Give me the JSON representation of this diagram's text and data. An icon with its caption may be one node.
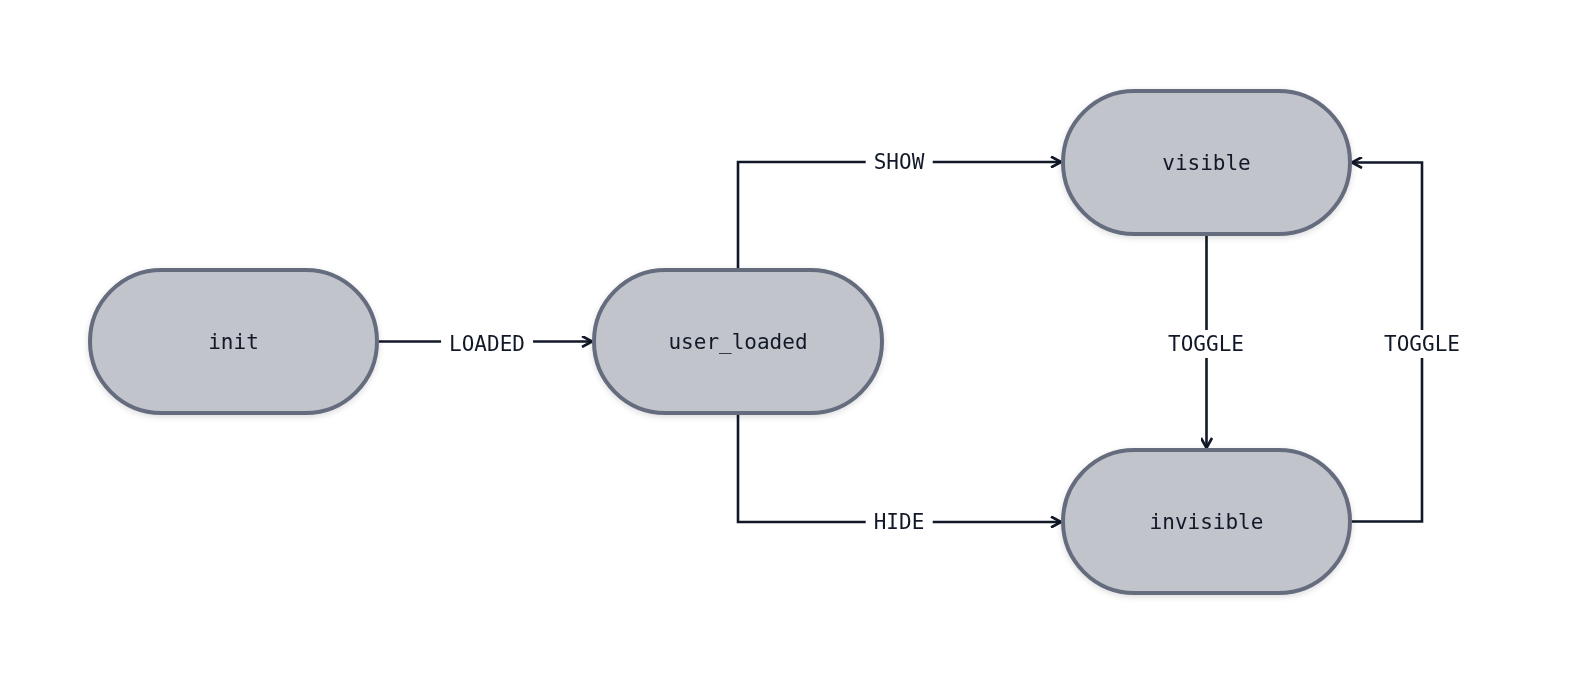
{
  "diagram": {
    "nodes": [
      {
        "text": [
          "init"
        ]
      },
      {
        "text": [
          "user_loaded"
        ]
      },
      {
        "text": [
          "visible"
        ]
      },
      {
        "text": [
          "invisible"
        ]
      }
    ],
    "edges": [
      {
        "from": 0,
        "to": 1,
        "arrow": "to",
        "label": "LOADED"
      },
      {
        "from": 1,
        "to": 2,
        "arrow": "to",
        "label": "SHOW"
      },
      {
        "from": 1,
        "to": 3,
        "arrow": "to",
        "label": "HIDE"
      },
      {
        "from": 2,
        "to": 3,
        "arrow": "to",
        "label": "TOGGLE"
      },
      {
        "from": 3,
        "to": 2,
        "arrow": "to",
        "label": "TOGGLE"
      }
    ]
  }
}
